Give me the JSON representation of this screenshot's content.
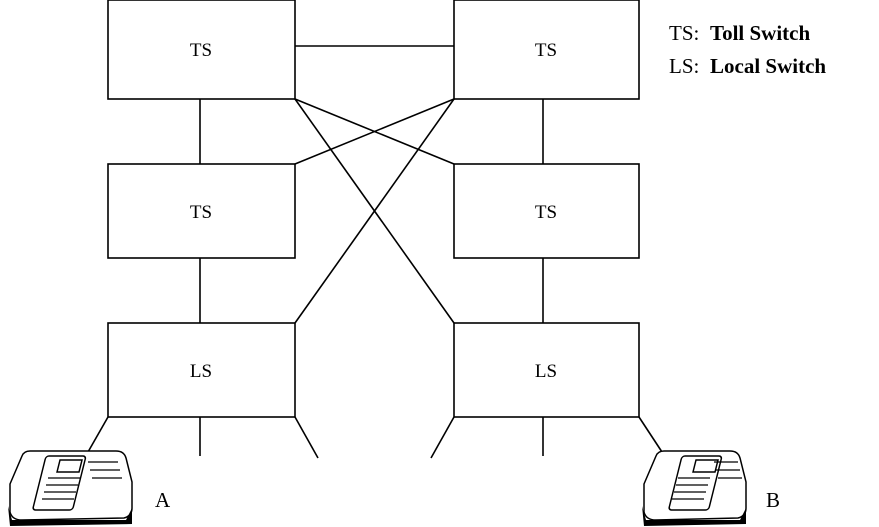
{
  "diagram": {
    "nodes": [
      {
        "id": "ts-top-left",
        "label": "TS"
      },
      {
        "id": "ts-top-right",
        "label": "TS"
      },
      {
        "id": "ts-mid-left",
        "label": "TS"
      },
      {
        "id": "ts-mid-right",
        "label": "TS"
      },
      {
        "id": "ls-left",
        "label": "LS"
      },
      {
        "id": "ls-right",
        "label": "LS"
      }
    ],
    "edges": [
      [
        "ts-top-left",
        "ts-top-right"
      ],
      [
        "ts-top-left",
        "ts-mid-left"
      ],
      [
        "ts-top-right",
        "ts-mid-right"
      ],
      [
        "ts-top-left",
        "ts-mid-right"
      ],
      [
        "ts-top-right",
        "ts-mid-left"
      ],
      [
        "ts-top-left",
        "ls-right"
      ],
      [
        "ts-top-right",
        "ls-left"
      ],
      [
        "ts-mid-left",
        "ls-left"
      ],
      [
        "ts-mid-right",
        "ls-right"
      ],
      [
        "ls-left",
        "phone-a"
      ],
      [
        "ls-right",
        "phone-b"
      ]
    ],
    "legend": {
      "ts_abbrev": "TS:",
      "ts_full": "Toll Switch",
      "ls_abbrev": "LS:",
      "ls_full": "Local Switch"
    },
    "phones": {
      "a_label": "A",
      "b_label": "B"
    }
  }
}
